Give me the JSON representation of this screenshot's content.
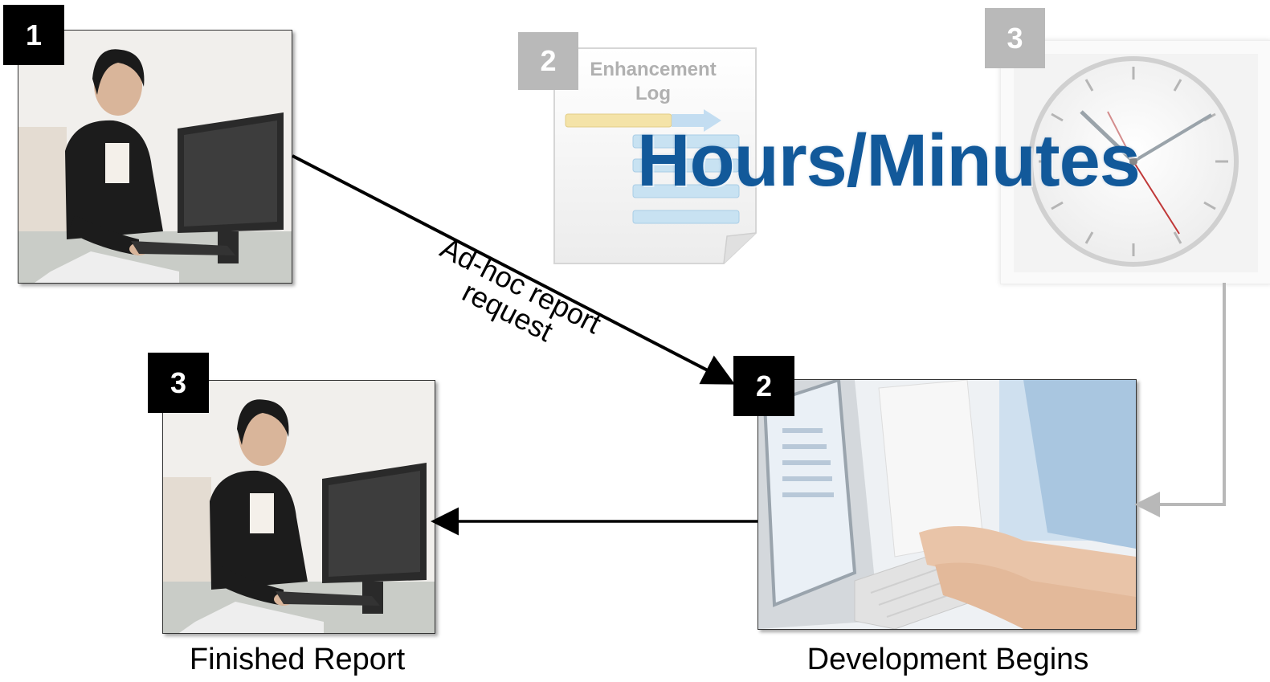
{
  "steps": {
    "step1": {
      "badge": "1"
    },
    "step2": {
      "badge": "2",
      "caption": "Development Begins"
    },
    "step3": {
      "badge": "3",
      "caption": "Finished Report"
    }
  },
  "background": {
    "log_badge": "2",
    "log_title": "Enhancement Log",
    "clock_badge": "3",
    "hours_text": "Hours/Minutes"
  },
  "arrows": {
    "request_label_line1": "Ad-hoc report",
    "request_label_line2": "request"
  },
  "colors": {
    "badge_bg": "#000000",
    "faded_badge_bg": "#b9b9b9",
    "hours_text": "#12599a",
    "connector_gray": "#b8b8b8"
  }
}
